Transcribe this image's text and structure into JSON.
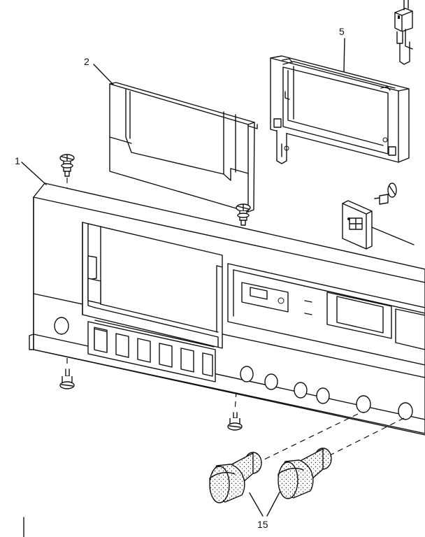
{
  "callouts": {
    "part_1": "1",
    "part_2": "2",
    "part_5": "5",
    "part_15": "15"
  }
}
